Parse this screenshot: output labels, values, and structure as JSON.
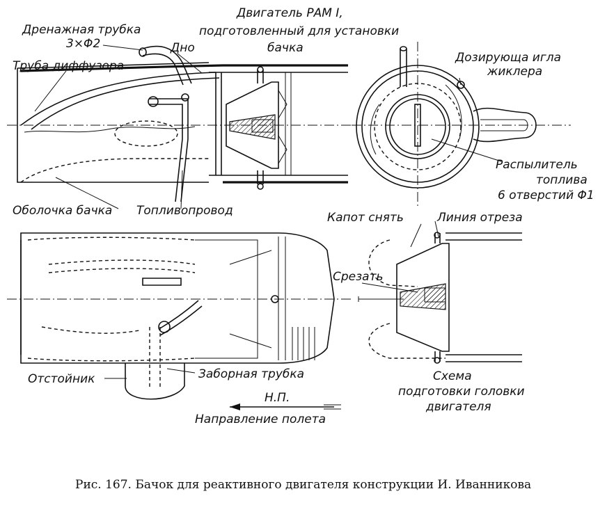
{
  "labels": {
    "drain_tube": "Дренажная трубка",
    "drain_tube_size": "3×Φ2",
    "engine_title_1": "Двигатель РАМ I,",
    "engine_title_2": "подготовленный для установки",
    "engine_title_3": "бачка",
    "bottom": "Дно",
    "diffuser_tube": "Труба диффузора",
    "metering_needle_1": "Дозирующа игла",
    "metering_needle_2": "жиклера",
    "atomizer_1": "Распылитель",
    "atomizer_2": "топлива",
    "atomizer_3": "6 отверстий Φ1",
    "tank_shell": "Оболочка бачка",
    "fuel_line": "Топливопровод",
    "remove_cowl": "Капот снять",
    "cut_line": "Линия отреза",
    "cut_off": "Срезать",
    "sump": "Отстойник",
    "intake_tube": "Заборная трубка",
    "scheme_1": "Схема",
    "scheme_2": "подготовки головки",
    "scheme_3": "двигателя",
    "np": "Н.П.",
    "flight_direction": "Направление полета"
  },
  "caption": "Рис. 167. Бачок для реактивного двигателя конструкции И. Иванникова"
}
